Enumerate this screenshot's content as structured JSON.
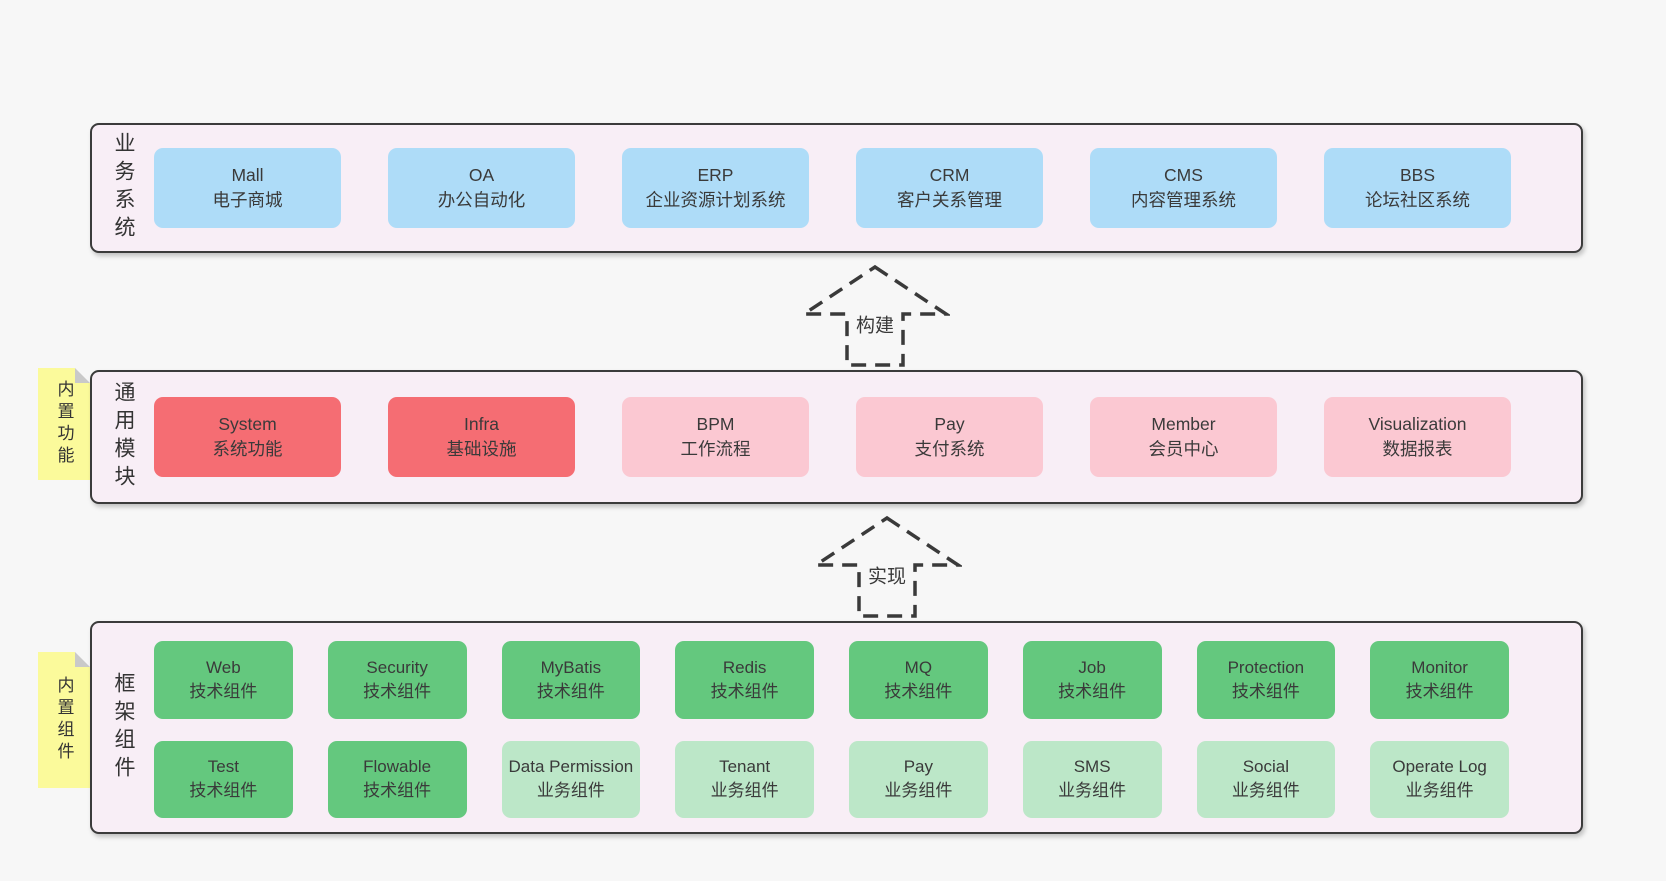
{
  "colors": {
    "blue": "#aedcf8",
    "red": "#f56d73",
    "pink": "#fbc8d2",
    "green": "#64c87e",
    "lightgreen": "#bce7c8",
    "note": "#fbfa9b",
    "sectionBg": "#f8eef6",
    "border": "#3b3b3b",
    "pageBg": "#f7f7f7"
  },
  "arrows": [
    {
      "label": "构建"
    },
    {
      "label": "实现"
    }
  ],
  "sections": [
    {
      "id": "business",
      "label": "业务系统",
      "boxes": [
        {
          "name": "Mall",
          "subtitle": "电子商城",
          "color": "blue"
        },
        {
          "name": "OA",
          "subtitle": "办公自动化",
          "color": "blue"
        },
        {
          "name": "ERP",
          "subtitle": "企业资源计划系统",
          "color": "blue"
        },
        {
          "name": "CRM",
          "subtitle": "客户关系管理",
          "color": "blue"
        },
        {
          "name": "CMS",
          "subtitle": "内容管理系统",
          "color": "blue"
        },
        {
          "name": "BBS",
          "subtitle": "论坛社区系统",
          "color": "blue"
        }
      ]
    },
    {
      "id": "modules",
      "label": "通用模块",
      "note": "内置功能",
      "boxes": [
        {
          "name": "System",
          "subtitle": "系统功能",
          "color": "red"
        },
        {
          "name": "Infra",
          "subtitle": "基础设施",
          "color": "red"
        },
        {
          "name": "BPM",
          "subtitle": "工作流程",
          "color": "pink"
        },
        {
          "name": "Pay",
          "subtitle": "支付系统",
          "color": "pink"
        },
        {
          "name": "Member",
          "subtitle": "会员中心",
          "color": "pink"
        },
        {
          "name": "Visualization",
          "subtitle": "数据报表",
          "color": "pink"
        }
      ]
    },
    {
      "id": "components",
      "label": "框架组件",
      "note": "内置组件",
      "rows": [
        [
          {
            "name": "Web",
            "subtitle": "技术组件",
            "color": "green"
          },
          {
            "name": "Security",
            "subtitle": "技术组件",
            "color": "green"
          },
          {
            "name": "MyBatis",
            "subtitle": "技术组件",
            "color": "green"
          },
          {
            "name": "Redis",
            "subtitle": "技术组件",
            "color": "green"
          },
          {
            "name": "MQ",
            "subtitle": "技术组件",
            "color": "green"
          },
          {
            "name": "Job",
            "subtitle": "技术组件",
            "color": "green"
          },
          {
            "name": "Protection",
            "subtitle": "技术组件",
            "color": "green"
          },
          {
            "name": "Monitor",
            "subtitle": "技术组件",
            "color": "green"
          }
        ],
        [
          {
            "name": "Test",
            "subtitle": "技术组件",
            "color": "green"
          },
          {
            "name": "Flowable",
            "subtitle": "技术组件",
            "color": "green"
          },
          {
            "name": "Data Permission",
            "subtitle": "业务组件",
            "color": "lightgreen"
          },
          {
            "name": "Tenant",
            "subtitle": "业务组件",
            "color": "lightgreen"
          },
          {
            "name": "Pay",
            "subtitle": "业务组件",
            "color": "lightgreen"
          },
          {
            "name": "SMS",
            "subtitle": "业务组件",
            "color": "lightgreen"
          },
          {
            "name": "Social",
            "subtitle": "业务组件",
            "color": "lightgreen"
          },
          {
            "name": "Operate Log",
            "subtitle": "业务组件",
            "color": "lightgreen"
          }
        ]
      ]
    }
  ]
}
